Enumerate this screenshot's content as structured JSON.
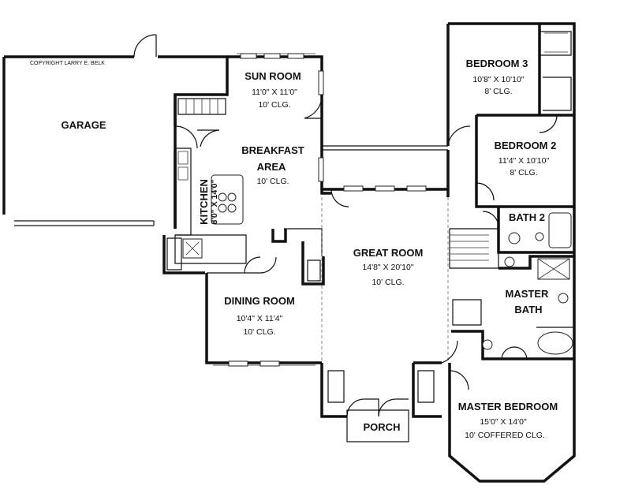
{
  "copyright": "COPYRIGHT LARRY E. BELK",
  "rooms": {
    "garage": {
      "name": "GARAGE"
    },
    "sun_room": {
      "name": "SUN ROOM",
      "size": "11'0\" X 11'0\"",
      "ceiling": "10' CLG."
    },
    "breakfast": {
      "name_line1": "BREAKFAST",
      "name_line2": "AREA",
      "ceiling": "10' CLG."
    },
    "kitchen": {
      "name": "KITCHEN",
      "size": "8'0\" X 14'0\""
    },
    "dining": {
      "name": "DINING ROOM",
      "size": "10'4\" X 11'4\"",
      "ceiling": "10' CLG."
    },
    "great_room": {
      "name": "GREAT ROOM",
      "size": "14'8\" X 20'10\"",
      "ceiling": "10' CLG."
    },
    "bedroom3": {
      "name": "BEDROOM 3",
      "size": "10'8\" X 10'10\"",
      "ceiling": "8' CLG."
    },
    "bedroom2": {
      "name": "BEDROOM 2",
      "size": "11'4\" X 10'10\"",
      "ceiling": "8' CLG."
    },
    "bath2": {
      "name": "BATH 2"
    },
    "master_bath": {
      "name_line1": "MASTER",
      "name_line2": "BATH"
    },
    "master_bedroom": {
      "name": "MASTER BEDROOM",
      "size": "15'0\" X 14'0\"",
      "ceiling": "10' COFFERED CLG."
    },
    "porch": {
      "name": "PORCH"
    }
  }
}
